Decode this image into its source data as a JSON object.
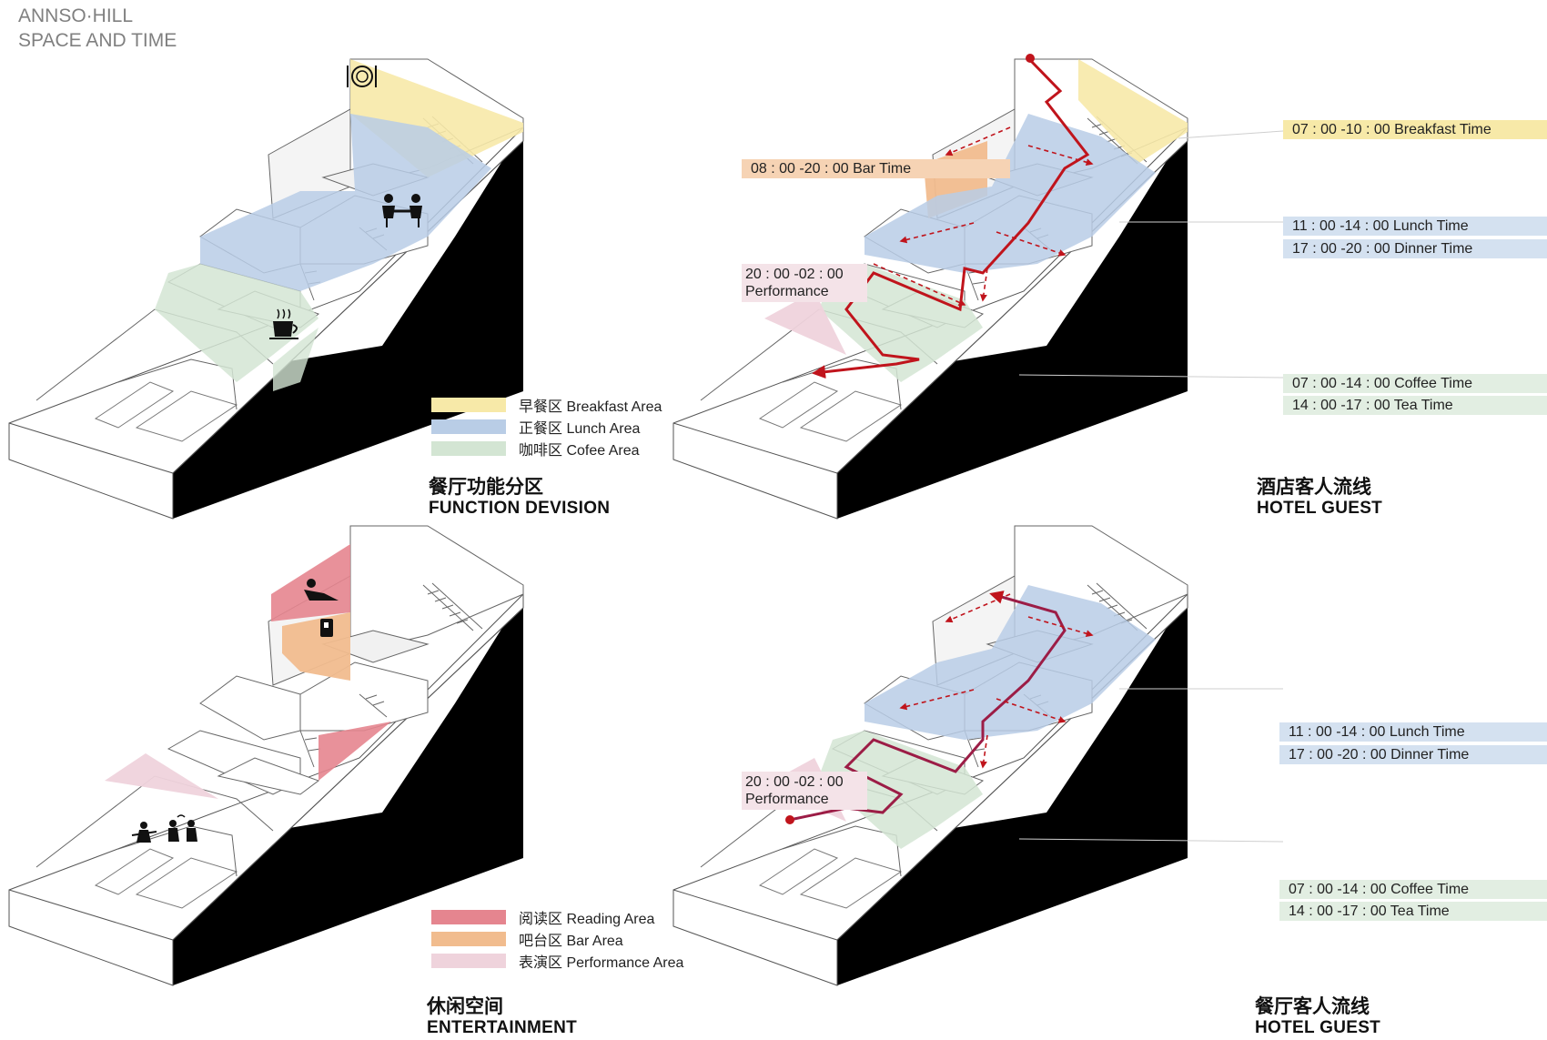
{
  "header": {
    "line1": "ANNSO·HILL",
    "line2": "SPACE AND TIME"
  },
  "colors": {
    "breakfast": "#f7e9a8",
    "lunch": "#b9cde6",
    "coffee": "#d3e5d3",
    "reading": "#e5858f",
    "bar": "#f1bc8e",
    "performance": "#efd3dc",
    "route": "#c0141c"
  },
  "panels": {
    "function": {
      "title_cn": "餐厅功能分区",
      "title_en": "FUNCTION DEVISION",
      "legend": [
        {
          "label": "早餐区  Breakfast Area",
          "color": "#f7e9a8"
        },
        {
          "label": "正餐区  Lunch Area",
          "color": "#b9cde6"
        },
        {
          "label": "咖啡区  Cofee Area",
          "color": "#d3e5d3"
        }
      ],
      "icons": [
        "plate-cutlery-icon",
        "dining-people-icon",
        "coffee-cup-icon"
      ]
    },
    "hotel_guest": {
      "title_cn": "酒店客人流线",
      "title_en": "HOTEL GUEST",
      "tags": {
        "breakfast": "07 : 00 -10 : 00  Breakfast Time",
        "bar": "08 : 00 -20 : 00  Bar Time",
        "lunch": "11 : 00 -14 : 00  Lunch Time",
        "dinner": "17 : 00 -20 : 00  Dinner Time",
        "performance_time": "20 : 00 -02 : 00",
        "performance_label": "Performance",
        "coffee": "07 : 00 -14 : 00  Coffee Time",
        "tea": "14 : 00 -17 : 00  Tea Time"
      }
    },
    "entertainment": {
      "title_cn": "休闲空间",
      "title_en": "ENTERTAINMENT",
      "legend": [
        {
          "label": "阅读区  Reading Area",
          "color": "#e5858f"
        },
        {
          "label": "吧台区  Bar Area",
          "color": "#f1bc8e"
        },
        {
          "label": "表演区  Performance Area",
          "color": "#efd3dc"
        }
      ],
      "icons": [
        "reading-person-icon",
        "drink-icon",
        "performers-icon"
      ]
    },
    "restaurant_guest": {
      "title_cn": "餐厅客人流线",
      "title_en": "HOTEL GUEST",
      "tags": {
        "lunch": "11 : 00 -14 : 00  Lunch Time",
        "dinner": "17 : 00 -20 : 00  Dinner Time",
        "performance_time": "20 : 00 -02 : 00",
        "performance_label": "Performance",
        "coffee": "07 : 00 -14 : 00  Coffee Time",
        "tea": "14 : 00 -17 : 00  Tea Time"
      }
    }
  }
}
